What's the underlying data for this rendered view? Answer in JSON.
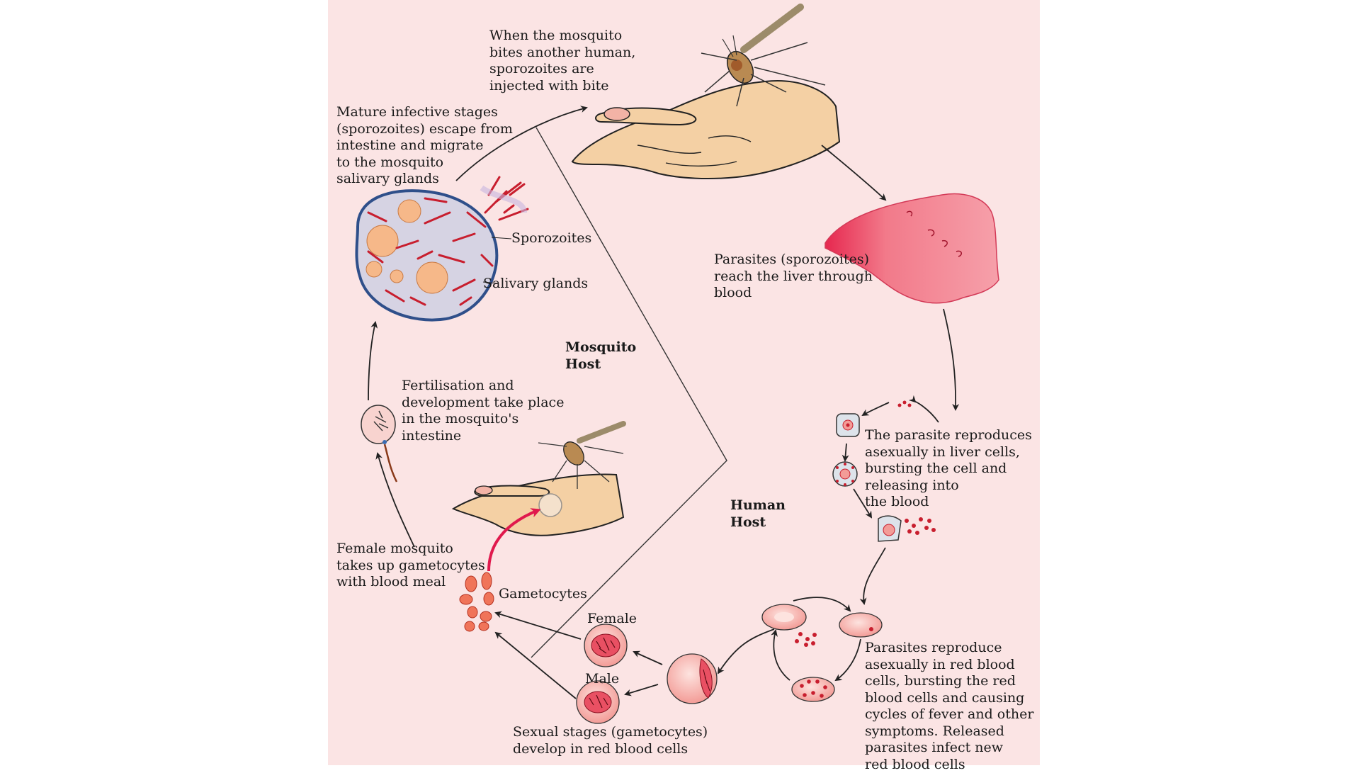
{
  "labels": {
    "mosquito_bites": "When the mosquito\nbites another human,\nsporozoites are\ninjected with bite",
    "mature_stages": "Mature infective stages\n(sporozoites) escape from\nintestine and migrate\nto the mosquito\nsalivary glands",
    "sporozoites": "Sporozoites",
    "salivary_glands": "Salivary glands",
    "liver": "Parasites (sporozoites)\nreach the liver through\nblood",
    "mosquito_host": "Mosquito\nHost",
    "human_host": "Human\nHost",
    "fertilisation": "Fertilisation and\ndevelopment take place\nin the mosquito's\nintestine",
    "liver_reproduction": "The parasite reproduces\nasexually in liver cells,\nbursting the cell and\nreleasing into\nthe blood",
    "female_mosquito": "Female mosquito\ntakes up gametocytes\nwith blood meal",
    "gametocytes": "Gametocytes",
    "female": "Female",
    "male": "Male",
    "rbc_reproduction": "Parasites reproduce\nasexually in red blood\ncells, bursting the red\nblood cells and causing\ncycles of fever and other\nsymptoms. Released\nparasites infect new\nred blood cells",
    "sexual_stages": "Sexual stages (gametocytes)\ndevelop in red blood cells"
  },
  "colors": {
    "background": "#fbe4e4",
    "liver": "#ea4e6b",
    "accent_arrow": "#e0194d",
    "cell_fill": "#f7b7ad",
    "parasite": "#c81e2e",
    "gland_outline": "#2f4f8a"
  }
}
